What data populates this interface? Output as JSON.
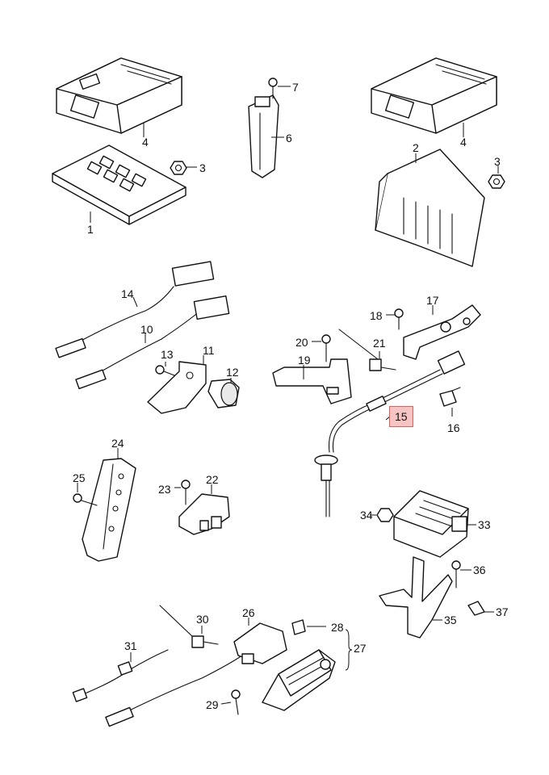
{
  "highlight_color": "#f7c4c4",
  "highlight_border": "#e25c5c",
  "parts": {
    "p1": "1",
    "p2": "2",
    "p3a": "3",
    "p3b": "3",
    "p4a": "4",
    "p4b": "4",
    "p6": "6",
    "p7": "7",
    "p10": "10",
    "p11": "11",
    "p12": "12",
    "p13": "13",
    "p14": "14",
    "p15": "15",
    "p16": "16",
    "p17": "17",
    "p18": "18",
    "p19": "19",
    "p20": "20",
    "p21": "21",
    "p22": "22",
    "p23": "23",
    "p24": "24",
    "p25": "25",
    "p26": "26",
    "p27": "27",
    "p28": "28",
    "p29": "29",
    "p30": "30",
    "p31": "31",
    "p33": "33",
    "p34": "34",
    "p35": "35",
    "p36": "36",
    "p37": "37"
  },
  "highlighted_part": "15"
}
